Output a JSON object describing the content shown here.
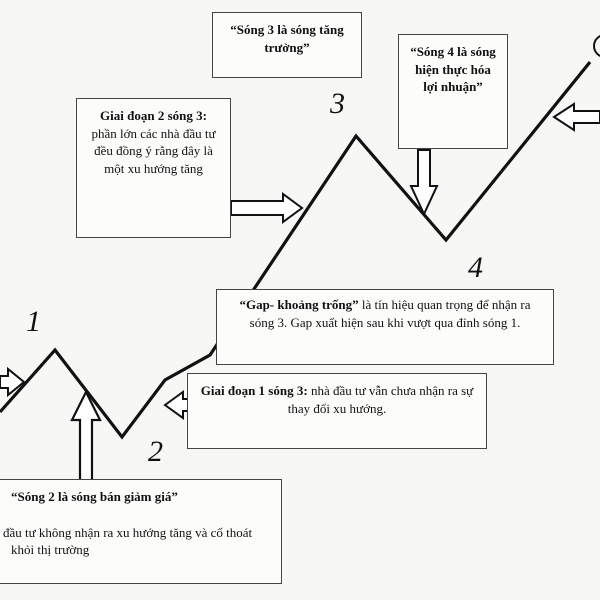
{
  "wave_labels": [
    "1",
    "2",
    "3",
    "4"
  ],
  "boxes": {
    "wave3_growth": "“Sóng 3 là sóng tăng trưởng”",
    "wave4_profit": "“Sóng 4 là sóng hiện thực hóa lợi nhuận”",
    "stage2": {
      "bold": "Giai đoạn 2 sóng 3:",
      "text": " phần lớn các nhà đầu tư đều đồng ý rằng đây là một xu hướng tăng"
    },
    "gap": {
      "bold": "“Gap- khoảng trống”",
      "text": " là tín hiệu quan trọng để nhận ra sóng 3. Gap xuất hiện sau khi vượt qua đỉnh sóng 1."
    },
    "stage1": {
      "bold": "Giai đoạn 1 sóng 3:",
      "text": "  nhà đầu tư vẫn chưa nhận ra sự thay đổi xu hướng."
    },
    "wave2": {
      "title": "“Sóng 2 là sóng bán giảm giá”",
      "text": "đầu tư không nhận ra xu hướng tăng và cố thoát khỏi thị trường"
    }
  },
  "colors": {
    "line": "#111111",
    "box_border": "#444444",
    "background": "#f7f7f5"
  }
}
